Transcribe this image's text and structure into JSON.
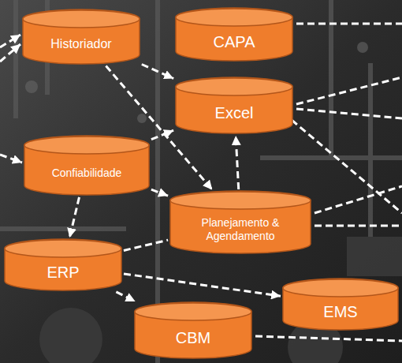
{
  "diagram": {
    "nodes": [
      {
        "text": [
          "Historiador"
        ]
      },
      {
        "text": [
          "CAPA"
        ]
      },
      {
        "text": [
          "Excel"
        ]
      },
      {
        "text": [
          "Confiabilidade"
        ]
      },
      {
        "text": [
          "Planejamento & Agendamento"
        ]
      },
      {
        "text": [
          "ERP"
        ]
      },
      {
        "text": [
          "EMS"
        ]
      },
      {
        "text": [
          "CBM"
        ]
      }
    ],
    "edges": [
      {
        "from": 0,
        "to": 2,
        "arrow": "to"
      },
      {
        "from": 0,
        "to": 4,
        "arrow": "to"
      },
      {
        "from": 3,
        "to": 2,
        "arrow": "to"
      },
      {
        "from": 3,
        "to": 5,
        "arrow": "to"
      },
      {
        "from": 3,
        "to": 4,
        "arrow": "to"
      },
      {
        "from": 4,
        "to": 2,
        "arrow": "to"
      },
      {
        "from": 5,
        "to": 4,
        "arrow": "none"
      },
      {
        "from": 5,
        "to": 7,
        "arrow": "to"
      },
      {
        "from": 5,
        "to": 6,
        "arrow": "to"
      }
    ]
  }
}
